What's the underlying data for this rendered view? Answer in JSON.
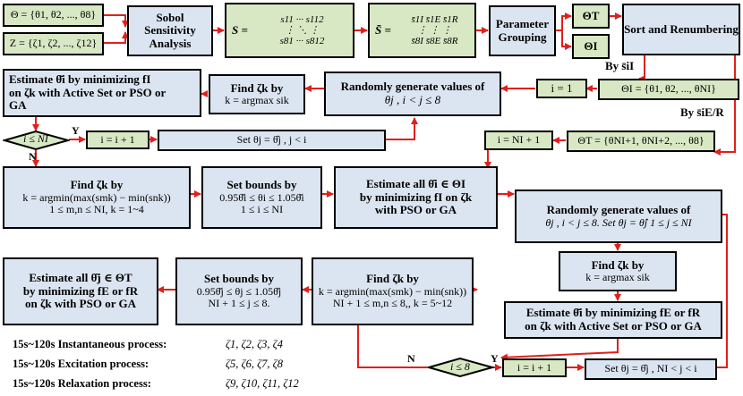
{
  "input_theta": "Θ = {θ1, θ2, ..., θ8}",
  "input_zeta": "Z = {ζ1, ζ2, ..., ζ12}",
  "sobol": "Sobol Sensitivity Analysis",
  "matrix_s": [
    "S =",
    "s11 ··· s112",
    "⋮ ⋱ ⋮",
    "s81 ··· s812"
  ],
  "matrix_sbar": [
    "S̄ =",
    "s̄1I s̄1E s̄1R",
    "⋮ ⋮ ⋮",
    "s̄8I s̄8E s̄8R"
  ],
  "param_grouping": "Parameter Grouping",
  "theta_T": "ΘT",
  "theta_I": "ΘI",
  "sort_renum": "Sort and Renumbering",
  "by_sI": "By s̄iI",
  "by_sER": "By s̄iE/R",
  "theta_I_set": "ΘI = {θ1, θ2, ..., θNI}",
  "i_eq_1": "i = 1",
  "rand_gen_1_title": "Randomly generate values of",
  "rand_gen_1_expr": "θj , i < j ≤ 8",
  "find_zeta_1_title": "Find ζk by",
  "find_zeta_1_expr": "k = argmax sik",
  "estimate_theta_title": "Estimate θ̌i by minimizing fI",
  "estimate_theta_l2": "on ζk with Active Set or PSO or",
  "estimate_theta_l3": "GA",
  "cond_1": "i ≤ NI",
  "y_1": "Y",
  "n_1": "N",
  "i_inc_1": "i = i + 1",
  "set_theta_1": "Set θj = θ̂j , j < i",
  "i_eq_NI1": "i = NI + 1",
  "theta_T_set": "ΘT = {θNI+1, θNI+2, ..., θ8}",
  "find_zeta_2_title": "Find ζk by",
  "find_zeta_2_expr": "k = argmin(max(smk) − min(snk))",
  "find_zeta_2_range": "1 ≤ m,n ≤ NI, k = 1~4",
  "set_bounds_1_title": "Set bounds by",
  "set_bounds_1_expr": "0.95θ̌i ≤ θi ≤ 1.05θ̌i",
  "set_bounds_1_range": "1 ≤ i ≤ NI",
  "estimate_all_I_l1": "Estimate all θ̂i ∈ ΘI",
  "estimate_all_I_l2": "by minimizing fI on ζk",
  "estimate_all_I_l3": "with PSO or GA",
  "rand_gen_2_title": "Randomly generate values of",
  "rand_gen_2_expr": "θj , i < j ≤ 8.  Set θj = θ̂j 1 ≤ j ≤ NI",
  "find_zeta_3_title": "Find ζk by",
  "find_zeta_3_expr": "k = argmax sik",
  "estimate_ER_l1": "Estimate θ̌i by minimizing fE or fR",
  "estimate_ER_l2": "on ζk with Active Set or PSO or GA",
  "cond_2": "i ≤ 8",
  "y_2": "Y",
  "n_2": "N",
  "i_inc_2": "i = i + 1",
  "set_theta_2": "Set θj = θ̂j , NI < j < i",
  "find_zeta_4_title": "Find ζk by",
  "find_zeta_4_expr": "k = argmin(max(smk) − min(snk))",
  "find_zeta_4_range": "NI + 1 ≤ m,n ≤ 8,, k = 5~12",
  "set_bounds_2_title": "Set bounds by",
  "set_bounds_2_expr": "0.95θ̌j ≤ θj ≤ 1.05θ̌j",
  "set_bounds_2_range": "NI + 1 ≤ j ≤ 8.",
  "estimate_all_T_l1": "Estimate all θ̂j ∈ ΘT",
  "estimate_all_T_l2": "by minimizing fE or fR",
  "estimate_all_T_l3": "on ζk with PSO or GA",
  "legend": [
    {
      "label": "15s~120s Instantaneous process:",
      "value": "ζ1,  ζ2,  ζ3,  ζ4"
    },
    {
      "label": "15s~120s Excitation process:",
      "value": "ζ5,  ζ6,  ζ7,  ζ8"
    },
    {
      "label": "15s~120s Relaxation process:",
      "value": "ζ9,  ζ10,  ζ11,  ζ12"
    }
  ],
  "colors": {
    "box_blue": "#dbe5f1",
    "box_green": "#d8e8c4",
    "arrow_red": "#e0201b"
  }
}
